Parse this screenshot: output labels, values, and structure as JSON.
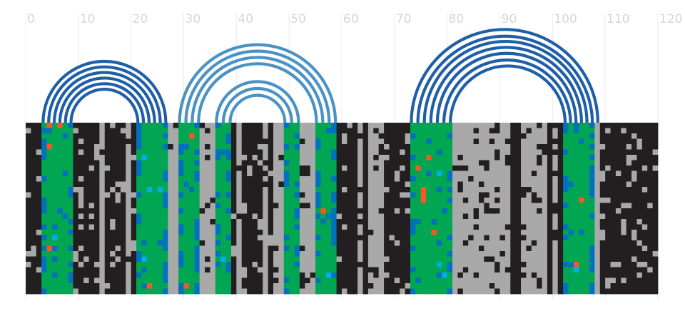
{
  "chart_data": {
    "type": "heatmap",
    "x_ticks": [
      "0",
      "10",
      "20",
      "30",
      "40",
      "50",
      "60",
      "70",
      "80",
      "90",
      "100",
      "110",
      "120"
    ],
    "xlim": [
      0,
      120
    ],
    "grid": true,
    "colors": {
      "black": "#231f20",
      "gray": "#a9a9a9",
      "green": "#00a651",
      "blue": "#0072bc",
      "cyan": "#00aeef",
      "orange": "#f15a22",
      "arc_dark": "#1f5fa8",
      "arc_light": "#4a92c4"
    },
    "base_segments": [
      {
        "start": 0,
        "end": 3,
        "color": "black"
      },
      {
        "start": 3,
        "end": 9,
        "color": "green"
      },
      {
        "start": 9,
        "end": 21,
        "color": "black"
      },
      {
        "start": 21,
        "end": 27,
        "color": "green"
      },
      {
        "start": 27,
        "end": 29,
        "color": "black"
      },
      {
        "start": 29,
        "end": 33,
        "color": "green"
      },
      {
        "start": 33,
        "end": 36,
        "color": "gray"
      },
      {
        "start": 36,
        "end": 39,
        "color": "green"
      },
      {
        "start": 39,
        "end": 49,
        "color": "black"
      },
      {
        "start": 49,
        "end": 52,
        "color": "green"
      },
      {
        "start": 52,
        "end": 55,
        "color": "gray"
      },
      {
        "start": 55,
        "end": 59,
        "color": "green"
      },
      {
        "start": 59,
        "end": 62,
        "color": "black"
      },
      {
        "start": 62,
        "end": 68,
        "color": "gray"
      },
      {
        "start": 68,
        "end": 73,
        "color": "black"
      },
      {
        "start": 73,
        "end": 81,
        "color": "green"
      },
      {
        "start": 81,
        "end": 102,
        "color": "gray"
      },
      {
        "start": 102,
        "end": 108,
        "color": "green"
      },
      {
        "start": 108,
        "end": 120,
        "color": "black"
      }
    ],
    "arc_groups": [
      {
        "left": [
          3.3,
          8.6
        ],
        "right": [
          21.3,
          26.6
        ],
        "count": 6,
        "color": "arc_dark"
      },
      {
        "left": [
          29.2,
          32.8
        ],
        "right": [
          55.2,
          58.8
        ],
        "count": 4,
        "color": "arc_light"
      },
      {
        "left": [
          36.2,
          38.8
        ],
        "right": [
          49.2,
          51.8
        ],
        "count": 3,
        "color": "arc_light"
      },
      {
        "left": [
          73.2,
          80.6
        ],
        "right": [
          102.4,
          108.6
        ],
        "count": 7,
        "color": "arc_dark"
      }
    ]
  }
}
